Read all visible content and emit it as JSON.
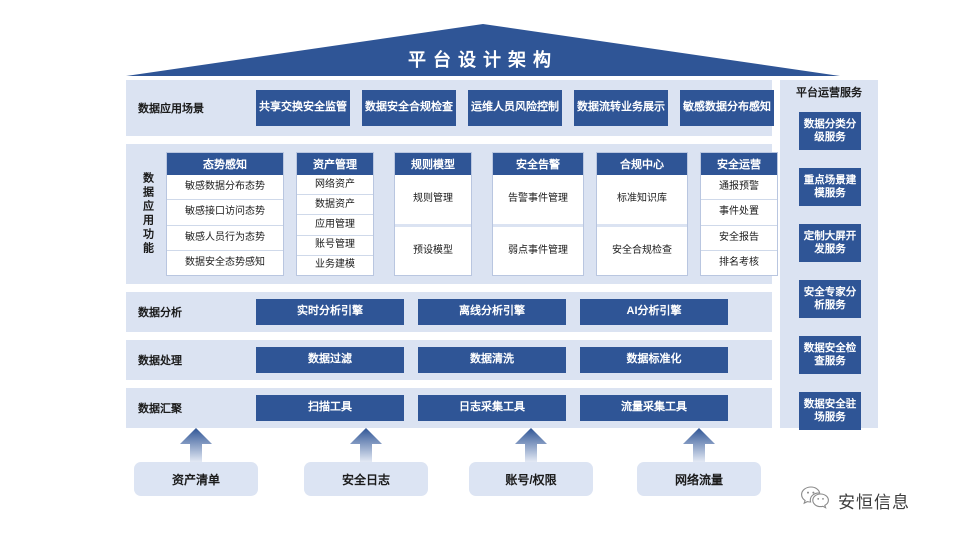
{
  "title": "平台设计架构",
  "scenario_row": {
    "label": "数据应用场景",
    "items": [
      "共享交换安全监管",
      "数据安全合规检查",
      "运维人员风险控制",
      "数据流转业务展示",
      "敏感数据分布感知"
    ]
  },
  "function_row": {
    "label": "数据应用功能",
    "columns": [
      {
        "title": "态势感知",
        "items": [
          "敏感数据分布态势",
          "敏感接口访问态势",
          "敏感人员行为态势",
          "数据安全态势感知"
        ]
      },
      {
        "title": "资产管理",
        "items": [
          "网络资产",
          "数据资产",
          "应用管理",
          "账号管理",
          "业务建模"
        ]
      },
      {
        "title": "规则模型",
        "items": [
          "规则管理",
          "预设模型"
        ]
      },
      {
        "title": "安全告警",
        "items": [
          "告警事件管理",
          "弱点事件管理"
        ]
      },
      {
        "title": "合规中心",
        "items": [
          "标准知识库",
          "安全合规检查"
        ]
      },
      {
        "title": "安全运营",
        "items": [
          "通报预警",
          "事件处置",
          "安全报告",
          "排名考核"
        ]
      }
    ]
  },
  "analysis_row": {
    "label": "数据分析",
    "items": [
      "实时分析引擎",
      "离线分析引擎",
      "AI分析引擎"
    ]
  },
  "process_row": {
    "label": "数据处理",
    "items": [
      "数据过滤",
      "数据清洗",
      "数据标准化"
    ]
  },
  "collect_row": {
    "label": "数据汇聚",
    "items": [
      "扫描工具",
      "日志采集工具",
      "流量采集工具"
    ]
  },
  "sidebar": {
    "title": "平台运营服务",
    "items": [
      "数据分类分级服务",
      "重点场景建模服务",
      "定制大屏开发服务",
      "安全专家分析服务",
      "数据安全检查服务",
      "数据安全驻场服务"
    ]
  },
  "sources": [
    "资产清单",
    "安全日志",
    "账号/权限",
    "网络流量"
  ],
  "brand": {
    "name": "安恒信息"
  },
  "colors": {
    "primary_blue": "#2f5596",
    "panel_bg": "#dbe3f2",
    "source_bg": "#dce4f3",
    "card_border": "#b9c6e0"
  }
}
